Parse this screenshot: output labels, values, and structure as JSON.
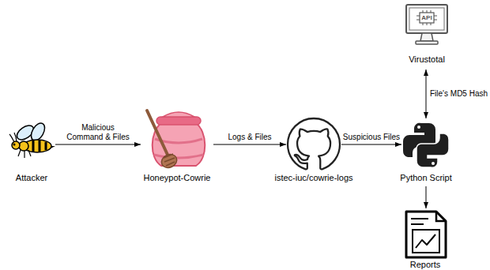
{
  "diagram": {
    "nodes": [
      {
        "text": [
          "Attacker"
        ]
      },
      {
        "text": [
          "Honeypot-Cowrie"
        ]
      },
      {
        "text": [
          "istec-iuc/cowrie-logs"
        ]
      },
      {
        "text": [
          "Python Script"
        ]
      },
      {
        "text": [
          "Virustotal"
        ]
      },
      {
        "text": [
          "Reports"
        ]
      }
    ],
    "edges": [
      {
        "from": 0,
        "to": 1,
        "label": "Malicious Command & Files",
        "arrow": "to"
      },
      {
        "from": 1,
        "to": 2,
        "label": "Logs & Files",
        "arrow": "to"
      },
      {
        "from": 2,
        "to": 3,
        "label": "Suspicious Files",
        "arrow": "to"
      },
      {
        "from": 3,
        "to": 4,
        "label": "File's MD5 Hash",
        "arrow": "both"
      },
      {
        "from": 3,
        "to": 5,
        "arrow": "to"
      }
    ],
    "labels": [
      "API"
    ]
  }
}
